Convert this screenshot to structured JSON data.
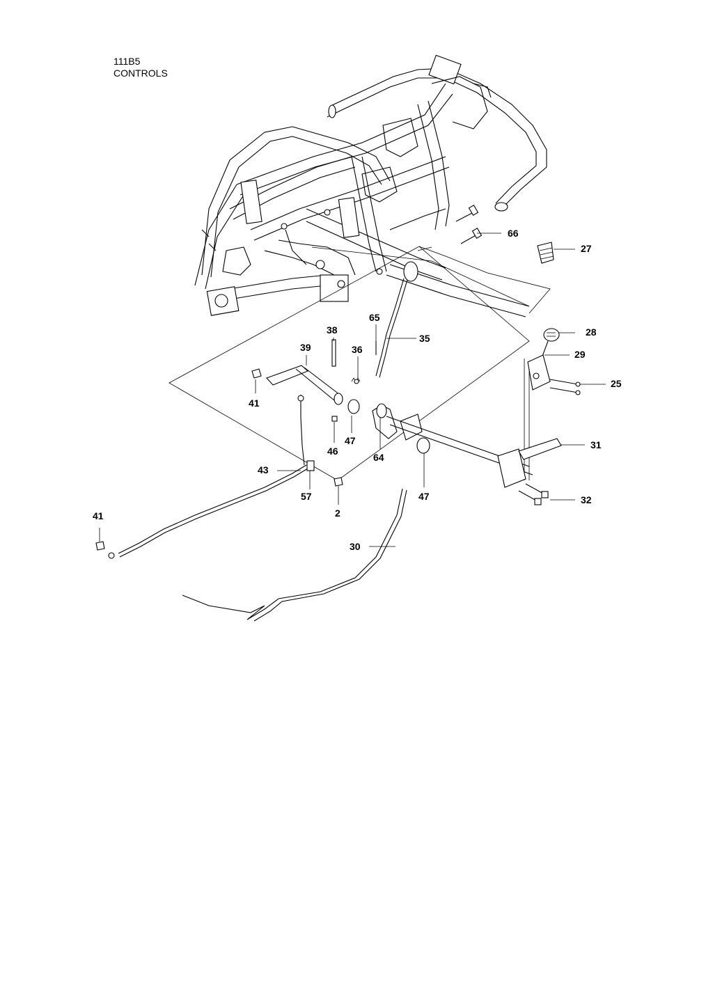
{
  "header": {
    "code": "111B5",
    "title": "CONTROLS"
  },
  "callouts": {
    "c66": "66",
    "c27": "27",
    "c65": "65",
    "c35": "35",
    "c38": "38",
    "c39": "39",
    "c36": "36",
    "c28": "28",
    "c29": "29",
    "c25": "25",
    "c41a": "41",
    "c47a": "47",
    "c46": "46",
    "c64": "64",
    "c31": "31",
    "c43": "43",
    "c57": "57",
    "c47b": "47",
    "c32": "32",
    "c2": "2",
    "c41b": "41",
    "c30": "30"
  }
}
